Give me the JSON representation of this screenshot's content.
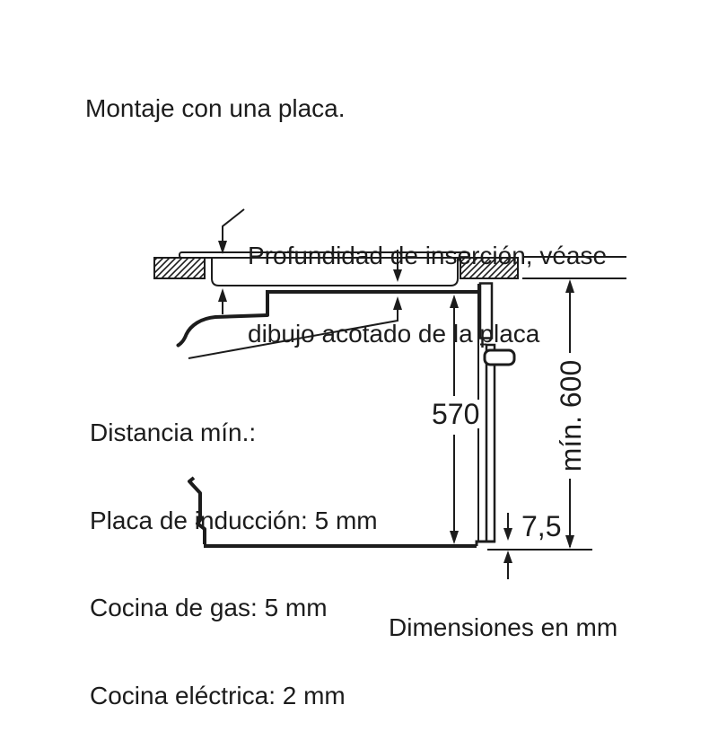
{
  "title": "Montaje con una placa.",
  "footer": "Dimensiones en mm",
  "colors": {
    "ink": "#1c1c1c",
    "paper": "#ffffff"
  },
  "notes": {
    "insertion": {
      "line1": "Profundidad de inserción, véase",
      "line2": "dibujo acotado de la placa"
    },
    "clearance": {
      "heading": "Distancia mín.:",
      "items": [
        "Placa de inducción: 5 mm",
        "Cocina de gas: 5 mm",
        "Cocina eléctrica: 2 mm"
      ]
    }
  },
  "dimensions": {
    "niche_height_mm": "570",
    "worktop_min_height_mm": "mín. 600",
    "bottom_gap_mm": "7,5"
  }
}
